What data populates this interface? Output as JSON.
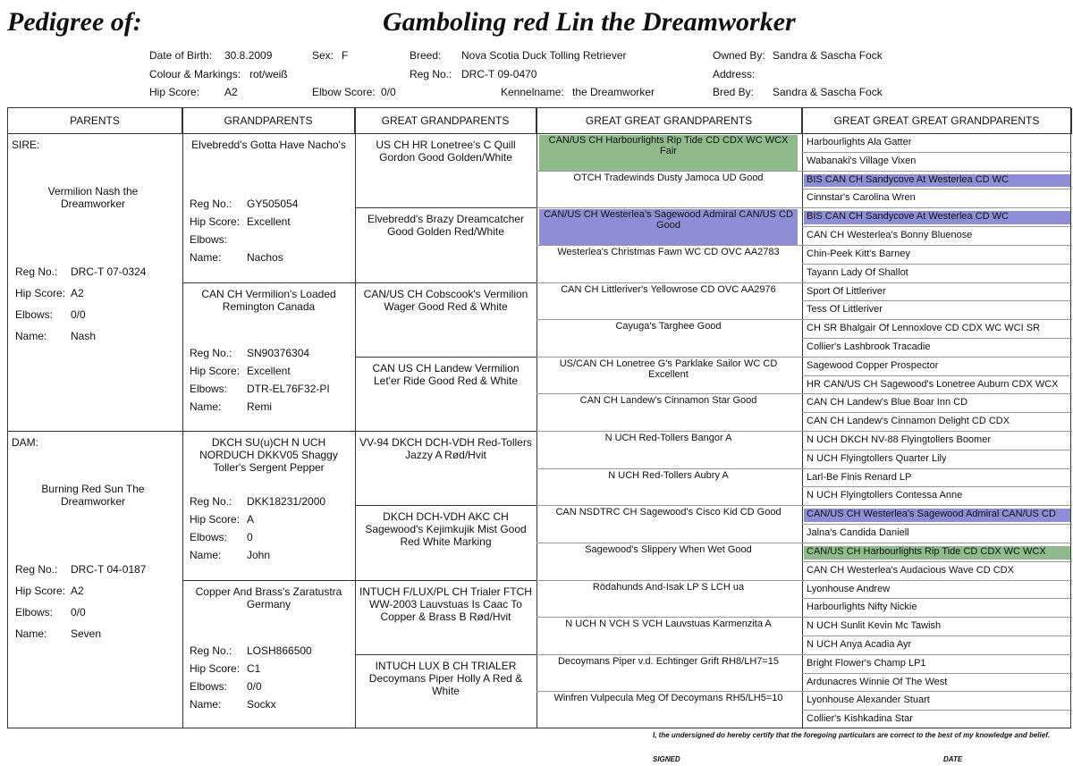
{
  "header": {
    "pedigree_of": "Pedigree of:",
    "dog_name": "Gamboling red Lin the Dreamworker",
    "dob_label": "Date of Birth:",
    "dob": "30.8.2009",
    "sex_label": "Sex:",
    "sex": "F",
    "breed_label": "Breed:",
    "breed": "Nova Scotia Duck Tolling Retriever",
    "owned_label": "Owned By:",
    "owned": "Sandra & Sascha Fock",
    "colour_label": "Colour & Markings:",
    "colour": "rot/weiß",
    "regno_label": "Reg No.:",
    "regno": "DRC-T 09-0470",
    "address_label": "Address:",
    "hip_label": "Hip Score:",
    "hip": "A2",
    "elbow_label": "Elbow Score:",
    "elbow": "0/0",
    "kennel_label": "Kennelname:",
    "kennel": "the Dreamworker",
    "bred_label": "Bred By:",
    "bred": "Sandra & Sascha Fock"
  },
  "columns": [
    "PARENTS",
    "GRANDPARENTS",
    "GREAT GRANDPARENTS",
    "GREAT GREAT GRANDPARENTS",
    "GREAT GREAT GREAT GRANDPARENTS"
  ],
  "labels": {
    "reg": "Reg No.:",
    "hip": "Hip Score:",
    "elbows": "Elbows:",
    "name": "Name:"
  },
  "parents": [
    {
      "role": "SIRE:",
      "name": "Vermilion Nash the Dreamworker",
      "reg": "DRC-T 07-0324",
      "hip": "A2",
      "elbows": "0/0",
      "call": "Nash"
    },
    {
      "role": "DAM:",
      "name": "Burning Red Sun The Dreamworker",
      "reg": "DRC-T 04-0187",
      "hip": "A2",
      "elbows": "0/0",
      "call": "Seven"
    }
  ],
  "grandparents": [
    {
      "name": "Elvebredd's Gotta Have Nacho's",
      "reg": "GY505054",
      "hip": "Excellent",
      "elbows": "",
      "call": "Nachos"
    },
    {
      "name": "CAN CH Vermilion's Loaded Remington Canada",
      "reg": "SN90376304",
      "hip": "Excellent",
      "elbows": "DTR-EL76F32-PI",
      "call": "Remi"
    },
    {
      "name": "DKCH SU(u)CH N UCH NORDUCH DKKV05 Shaggy Toller's Sergent Pepper",
      "reg": "DKK18231/2000",
      "hip": "A",
      "elbows": "0",
      "call": "John"
    },
    {
      "name": "Copper And Brass's Zaratustra Germany",
      "reg": "LOSH866500",
      "hip": "C1",
      "elbows": "0/0",
      "call": "Sockx"
    }
  ],
  "great_grandparents": [
    "US CH HR Lonetree's C Quill Gordon Good Golden/White",
    "Elvebredd's Brazy Dreamcatcher Good Golden Red/White",
    "CAN/US CH Cobscook's Vermilion Wager Good Red & White",
    "CAN US CH Landew Vermilion Let'er Ride Good Red & White",
    "VV-94 DKCH DCH-VDH Red-Tollers Jazzy A Rød/Hvit",
    "DKCH DCH-VDH AKC CH Sagewood's Kejimkujik Mist Good Red White Marking",
    "INTUCH F/LUX/PL CH Trialer FTCH WW-2003 Lauvstuas Is Caac To Copper & Brass B Rød/Hvit",
    "INTUCH LUX B CH TRIALER Decoymans Piper Holly A Red & White"
  ],
  "gg_grandparents": [
    {
      "name": "CAN/US CH Harbourlights Rip Tide CD CDX WC WCX Fair",
      "color": "green"
    },
    {
      "name": "OTCH Tradewinds Dusty Jamoca UD Good",
      "color": ""
    },
    {
      "name": "CAN/US CH Westerlea's Sagewood Admiral CAN/US CD Good",
      "color": "blue"
    },
    {
      "name": "Westerlea's Christmas Fawn WC CD OVC AA2783",
      "color": ""
    },
    {
      "name": "CAN CH Littleriver's Yellowrose CD OVC AA2976",
      "color": ""
    },
    {
      "name": "Cayuga's Targhee  Good",
      "color": ""
    },
    {
      "name": "US/CAN CH Lonetree G's Parklake Sailor WC CD Excellent",
      "color": ""
    },
    {
      "name": "CAN CH Landew's Cinnamon Star  Good",
      "color": ""
    },
    {
      "name": "N UCH Red-Tollers Bangor  A",
      "color": ""
    },
    {
      "name": "N UCH Red-Tollers Aubry  A",
      "color": ""
    },
    {
      "name": "CAN NSDTRC CH Sagewood's Cisco Kid CD Good",
      "color": ""
    },
    {
      "name": "Sagewood's Slippery When Wet  Good",
      "color": ""
    },
    {
      "name": "Rödahunds And-Isak LP S LCH ua",
      "color": ""
    },
    {
      "name": "N UCH N VCH S VCH Lauvstuas Karmenzita  A",
      "color": ""
    },
    {
      "name": "Decoymans Piper v.d. Echtinger Grift  RH8/LH7=15",
      "color": ""
    },
    {
      "name": "Winfren Vulpecula Meg Of Decoymans  RH5/LH5=10",
      "color": ""
    }
  ],
  "ggg_grandparents": [
    {
      "name": "Harbourlights Ala Gatter",
      "color": ""
    },
    {
      "name": "Wabanaki's Village Vixen",
      "color": ""
    },
    {
      "name": "BIS CAN CH Sandycove At Westerlea CD WC",
      "color": "blue"
    },
    {
      "name": "Cinnstar's Carolina Wren",
      "color": ""
    },
    {
      "name": "BIS CAN CH Sandycove At Westerlea CD WC",
      "color": "blue"
    },
    {
      "name": "CAN CH Westerlea's Bonny Bluenose",
      "color": ""
    },
    {
      "name": "Chin-Peek Kitt's Barney",
      "color": ""
    },
    {
      "name": "Tayann Lady Of Shallot",
      "color": ""
    },
    {
      "name": "Sport Of Littleriver",
      "color": ""
    },
    {
      "name": "Tess Of Littleriver",
      "color": ""
    },
    {
      "name": "CH SR Bhalgair Of Lennoxlove CD CDX WC WCI SR",
      "color": ""
    },
    {
      "name": "Collier's Lashbrook Tracadie",
      "color": ""
    },
    {
      "name": "Sagewood Copper Prospector",
      "color": ""
    },
    {
      "name": "HR CAN/US CH Sagewood's Lonetree Auburn CDX WCX",
      "color": ""
    },
    {
      "name": "CAN CH Landew's Blue Boar Inn CD",
      "color": ""
    },
    {
      "name": "CAN CH Landew's Cinnamon Delight CD CDX",
      "color": ""
    },
    {
      "name": "N UCH DKCH NV-88 Flyingtollers Boomer",
      "color": ""
    },
    {
      "name": "N UCH Flyingtollers Quarter Lily",
      "color": ""
    },
    {
      "name": "Larl-Be Finis Renard LP",
      "color": ""
    },
    {
      "name": "N UCH Flyingtollers Contessa Anne",
      "color": ""
    },
    {
      "name": "CAN/US CH Westerlea's Sagewood Admiral CAN/US CD",
      "color": "blue"
    },
    {
      "name": "Jalna's Candida Daniell",
      "color": ""
    },
    {
      "name": "CAN/US CH Harbourlights Rip Tide CD CDX WC WCX",
      "color": "green"
    },
    {
      "name": "CAN CH Westerlea's Audacious Wave CD CDX",
      "color": ""
    },
    {
      "name": "Lyonhouse Andrew",
      "color": ""
    },
    {
      "name": "Harbourlights Nifty Nickie",
      "color": ""
    },
    {
      "name": "N UCH Sunlit Kevin Mc Tawish",
      "color": ""
    },
    {
      "name": "N UCH Anya Acadia Ayr",
      "color": ""
    },
    {
      "name": "Bright Flower's Champ LP1",
      "color": ""
    },
    {
      "name": "Ardunacres Winnie Of The West",
      "color": ""
    },
    {
      "name": "Lyonhouse Alexander Stuart",
      "color": ""
    },
    {
      "name": "Collier's Kishkadina Star",
      "color": ""
    }
  ],
  "footer": {
    "certify": "I, the undersigned do hereby certify that the foregoing  particulars are correct to the best of my knowledge and belief.",
    "signed": "SIGNED",
    "date": "DATE"
  },
  "colors": {
    "green": "#8fbb8a",
    "blue": "#8e8ed6"
  }
}
